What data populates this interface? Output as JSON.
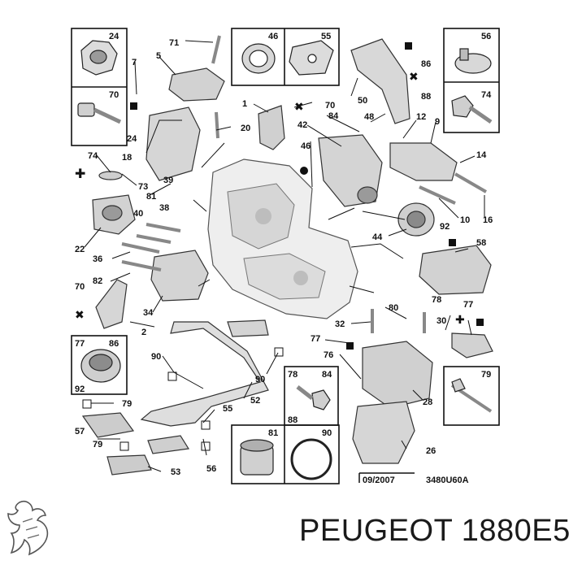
{
  "caption": {
    "brand": "PEUGEOT",
    "part_number": "1880E5"
  },
  "diagram": {
    "date_code": "09/2007",
    "reference": "3480U60A",
    "part_labels": {
      "p24a": "24",
      "p70a": "70",
      "p71": "71",
      "p5": "5",
      "p7": "7",
      "p46": "46",
      "p55a": "55",
      "p56": "56",
      "p86a": "86",
      "p88": "88",
      "p74a": "74",
      "p1": "1",
      "p70b": "70",
      "p50": "50",
      "p48": "48",
      "p42": "42",
      "p84a": "84",
      "p12": "12",
      "p9": "9",
      "p24b": "24",
      "p20": "20",
      "p18": "18",
      "p74b": "74",
      "p73": "73",
      "p46b": "46",
      "p14": "14",
      "p81a": "81",
      "p39": "39",
      "p40": "40",
      "p38": "38",
      "p44": "44",
      "p10": "10",
      "p16": "16",
      "p92a": "92",
      "p58": "58",
      "p22": "22",
      "p36": "36",
      "p82": "82",
      "p70c": "70",
      "p34": "34",
      "p2": "2",
      "p32": "32",
      "p80": "80",
      "p78a": "78",
      "p77a": "77",
      "p30": "30",
      "p77b": "77",
      "p86b": "86",
      "p92b": "92",
      "p90a": "90",
      "p90b": "90",
      "p76": "76",
      "p79a": "79",
      "p78b": "78",
      "p84b": "84",
      "p88b": "88",
      "p28": "28",
      "p79b": "79",
      "p52": "52",
      "p57": "57",
      "p79c": "79",
      "p55b": "55",
      "p81b": "81",
      "p90c": "90",
      "p26": "26",
      "p53": "53",
      "p56b": "56"
    }
  }
}
